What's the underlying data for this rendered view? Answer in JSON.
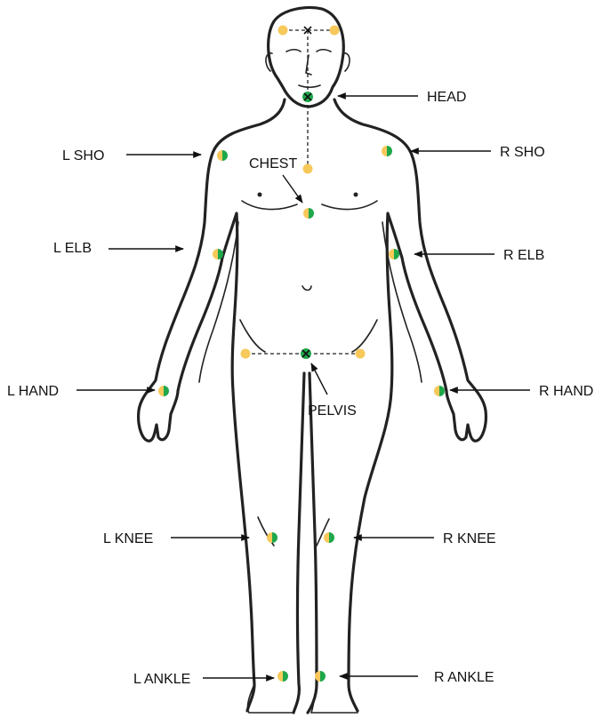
{
  "labels": {
    "head": "HEAD",
    "chest": "CHEST",
    "pelvis": "PELVIS",
    "l_sho": "L SHO",
    "r_sho": "R SHO",
    "l_elb": "L ELB",
    "r_elb": "R ELB",
    "l_hand": "L HAND",
    "r_hand": "R HAND",
    "l_knee": "L KNEE",
    "r_knee": "R KNEE",
    "l_ankle": "L ANKLE",
    "r_ankle": "R ANKLE"
  },
  "colors": {
    "marker_yellow": "#F7C95B",
    "marker_green": "#1EA84A",
    "marker_dark": "#0B5D2A",
    "outline": "#222222"
  }
}
